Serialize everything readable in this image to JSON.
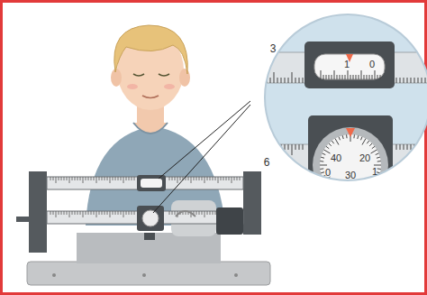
{
  "diagram": {
    "labels": [
      "3",
      "1",
      "0",
      "6",
      "0",
      "40",
      "30",
      "20",
      "1"
    ]
  }
}
